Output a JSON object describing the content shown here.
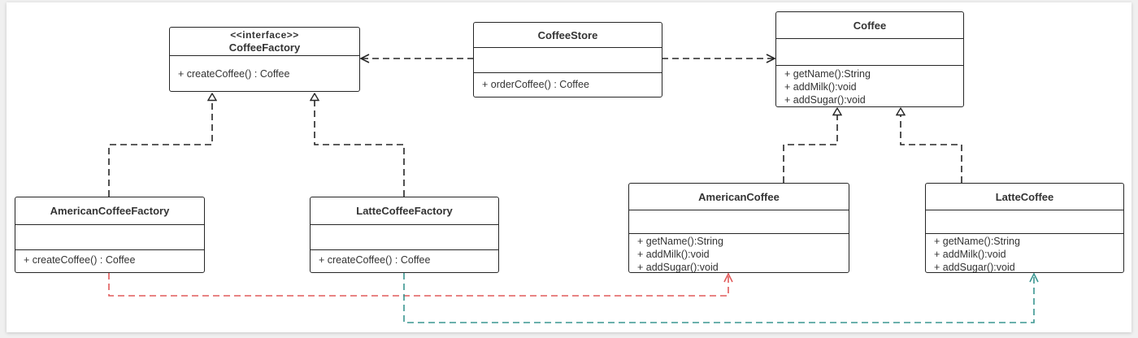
{
  "diagram": {
    "classes": {
      "coffee_factory": {
        "stereotype": "<<interface>>",
        "name": "CoffeeFactory",
        "ops": [
          "+ createCoffee() : Coffee"
        ]
      },
      "coffee_store": {
        "name": "CoffeeStore",
        "ops": [
          "+ orderCoffee() : Coffee"
        ]
      },
      "coffee": {
        "name": "Coffee",
        "ops": [
          "+ getName():String",
          "+ addMilk():void",
          "+ addSugar():void"
        ]
      },
      "american_coffee_factory": {
        "name": "AmericanCoffeeFactory",
        "ops": [
          "+ createCoffee() : Coffee"
        ]
      },
      "latte_coffee_factory": {
        "name": "LatteCoffeeFactory",
        "ops": [
          "+ createCoffee() : Coffee"
        ]
      },
      "american_coffee": {
        "name": "AmericanCoffee",
        "ops": [
          "+ getName():String",
          "+ addMilk():void",
          "+ addSugar():void"
        ]
      },
      "latte_coffee": {
        "name": "LatteCoffee",
        "ops": [
          "+ getName():String",
          "+ addMilk():void",
          "+ addSugar():void"
        ]
      }
    },
    "colors": {
      "line": "#262626",
      "red_link": "#e05a5a",
      "teal_link": "#3a9590"
    }
  }
}
